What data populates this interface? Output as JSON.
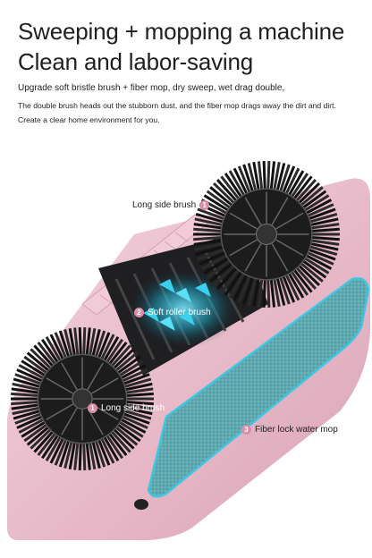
{
  "headline": {
    "line1": "Sweeping + mopping a machine",
    "line2": "Clean and labor-saving"
  },
  "description": {
    "line1": "Upgrade soft bristle brush + fiber mop, dry sweep, wet drag double,",
    "line2": "The double brush heads out the stubborn dust, and the fiber mop drags away the dirt and dirt.",
    "line3": "Create a clear home environment for you."
  },
  "callouts": [
    {
      "num": "1",
      "label": "Long side brush"
    },
    {
      "num": "2",
      "label": "Soft roller brush"
    },
    {
      "num": "1",
      "label": "Long side brush"
    },
    {
      "num": "3",
      "label": "Fiber lock water mop"
    }
  ],
  "colors": {
    "body_pink": "#e8bccb",
    "brush_black": "#1a1a1a",
    "mop_teal": "#5fa9b0",
    "mop_edge": "#3fc6e0",
    "badge_pink": "#d98ea6"
  }
}
